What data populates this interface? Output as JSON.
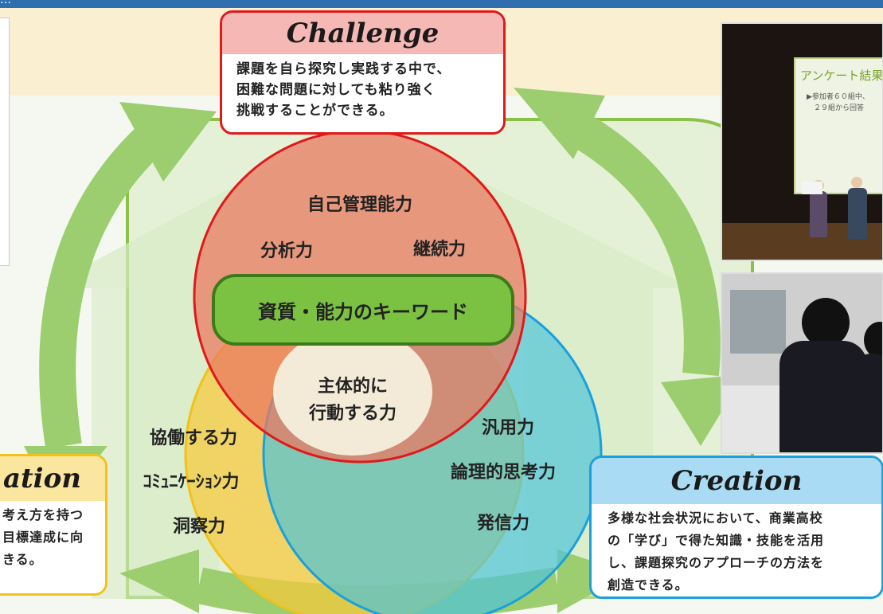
{
  "header": {
    "text": "…"
  },
  "center": {
    "label": "資質・能力のキーワード",
    "core": [
      "主体的に",
      "行動する力"
    ]
  },
  "red_circle": {
    "items": [
      "自己管理能力",
      "分析力",
      "継続力"
    ]
  },
  "yellow_circle": {
    "items": [
      "協働する力",
      "ｺﾐｭﾆｹｰｼｮﾝ力",
      "洞察力"
    ]
  },
  "blue_circle": {
    "items": [
      "汎用力",
      "論理的思考力",
      "発信力"
    ]
  },
  "challenge": {
    "title": "Challenge",
    "lines": [
      "課題を自ら探究し実践する中で、",
      "困難な問題に対しても粘り強く",
      "挑戦することができる。"
    ]
  },
  "creation": {
    "title": "Creation",
    "lines": [
      "多様な社会状況において、商業高校",
      "の「学び」で得た知識・技能を活用",
      "し、課題探究のアプローチの方法を",
      "創造できる。"
    ]
  },
  "collaboration": {
    "title": "ation",
    "lines": [
      "考え方を持つ",
      "目標達成に向",
      "きる。"
    ]
  },
  "photo_stage": {
    "slide_title": "アンケート結果",
    "slide_lines": [
      "▶参加者６０組中、",
      "　２９組から回答"
    ]
  },
  "colors": {
    "red": "#e0191b",
    "yellow": "#f2c21a",
    "blue": "#1aa0dc",
    "green": "#7cc242",
    "arrow": "#9ccd6e"
  }
}
